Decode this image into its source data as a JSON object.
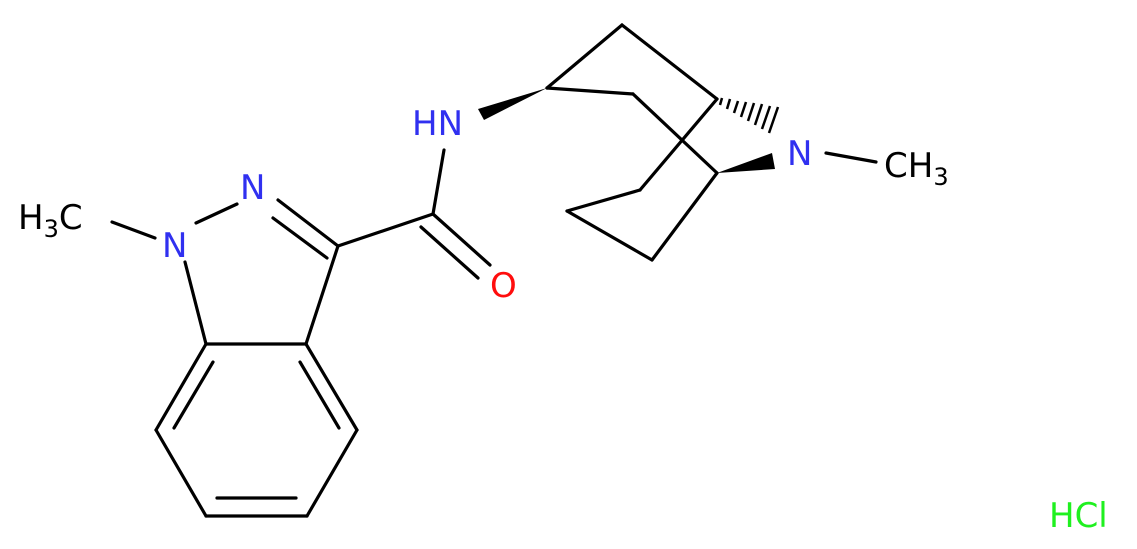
{
  "labels": {
    "h3c": {
      "main": "H",
      "sub": "3",
      "tail": "C"
    },
    "n1": "N",
    "n2": "N",
    "hn": "HN",
    "o": "O",
    "n_bridge": "N",
    "ch3": {
      "main": "CH",
      "sub": "3"
    },
    "hcl": "HCl"
  },
  "colors": {
    "bond": "#000000",
    "carbon_label": "#000000",
    "nitrogen": "#3030F0",
    "oxygen": "#FF0D0D",
    "chlorine": "#1FF01F"
  }
}
